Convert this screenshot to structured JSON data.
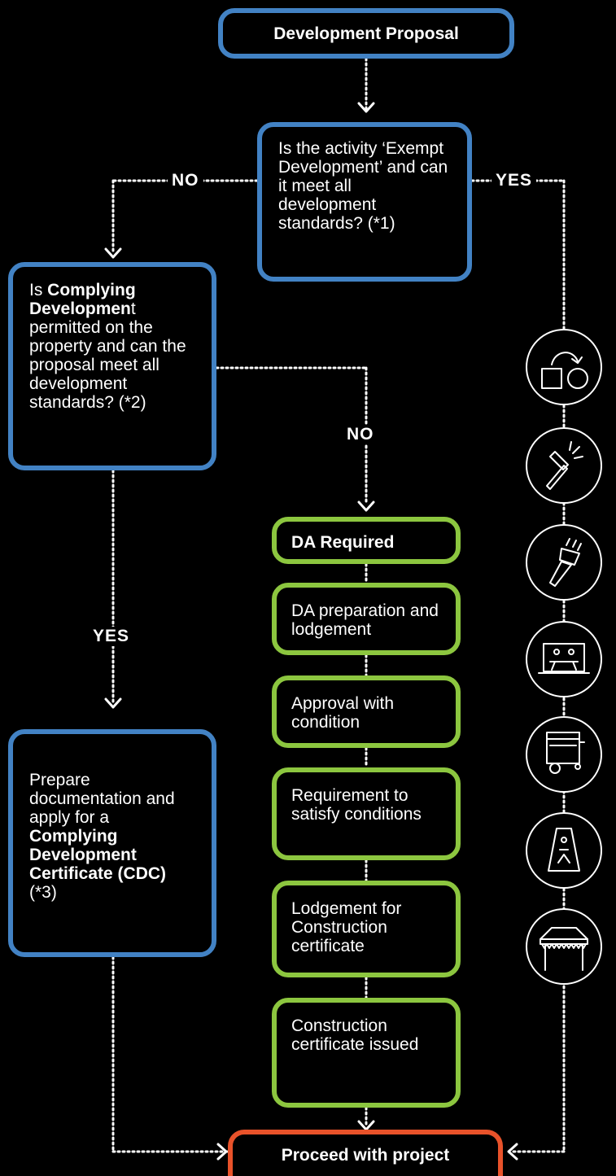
{
  "nodes": {
    "proposal": "Development Proposal",
    "exempt_q": "Is the activity ‘Exempt Development’ and can it meet all development standards? (*1)",
    "complying_q": {
      "pre": "Is ",
      "bold": "Complying Developmen",
      "post": "t permitted on the property and can the proposal meet all development standards? (*2)"
    },
    "cdc": {
      "pre": "Prepare documentation and apply for a ",
      "bold1": "Complying Development Certificate (CDC)",
      "post": " (*3)"
    },
    "da_required": "DA Required",
    "da_prep": "DA preparation and lodgement",
    "approval": "Approval with condition",
    "requirement": "Requirement to satisfy conditions",
    "lodgement": "Lodgement for Construction certificate",
    "cc_issued": "Construction certificate issued",
    "proceed": "Proceed with project"
  },
  "labels": {
    "no_left": "NO",
    "yes_right": "YES",
    "no_middle": "NO",
    "yes_left": "YES"
  },
  "icons": [
    "change-of-use-icon",
    "demolition-hammer-icon",
    "paint-brush-icon",
    "outdoor-dining-icon",
    "food-cart-icon",
    "a-frame-sign-icon",
    "marquee-tent-icon"
  ],
  "colors": {
    "background": "#000000",
    "question_border": "#4282c4",
    "da_border": "#8cc63f",
    "outcome_border": "#e8522a",
    "connector": "#ffffff"
  }
}
